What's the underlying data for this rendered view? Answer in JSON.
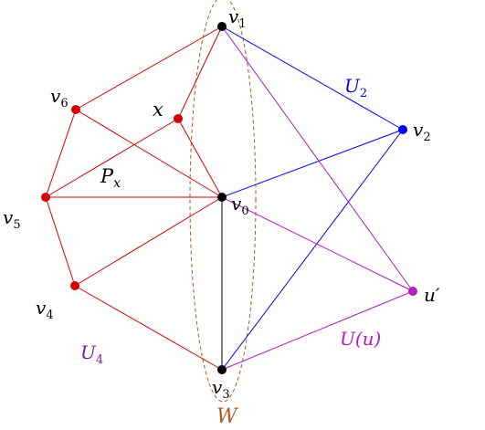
{
  "colors": {
    "red": "#d40000",
    "blue": "#0000ff",
    "purple": "#b01ec0",
    "black": "#000000",
    "brown": "#b05a1e",
    "label_U4": "#7a1fa0"
  },
  "vertices": {
    "v0": {
      "base": "v",
      "sub": "0"
    },
    "v1": {
      "base": "v",
      "sub": "1"
    },
    "v2": {
      "base": "v",
      "sub": "2"
    },
    "v3": {
      "base": "v",
      "sub": "3"
    },
    "v4": {
      "base": "v",
      "sub": "4"
    },
    "v5": {
      "base": "v",
      "sub": "5"
    },
    "v6": {
      "base": "v",
      "sub": "6"
    },
    "x": {
      "base": "x",
      "sub": ""
    },
    "u": {
      "base": "u′",
      "sub": ""
    }
  },
  "labels": {
    "U2": {
      "base": "U",
      "sub": "2"
    },
    "U4": {
      "base": "U",
      "sub": "4"
    },
    "Uu": {
      "text": "U(u)"
    },
    "Px": {
      "base": "P",
      "sub": "x"
    },
    "W": {
      "text": "W"
    }
  }
}
